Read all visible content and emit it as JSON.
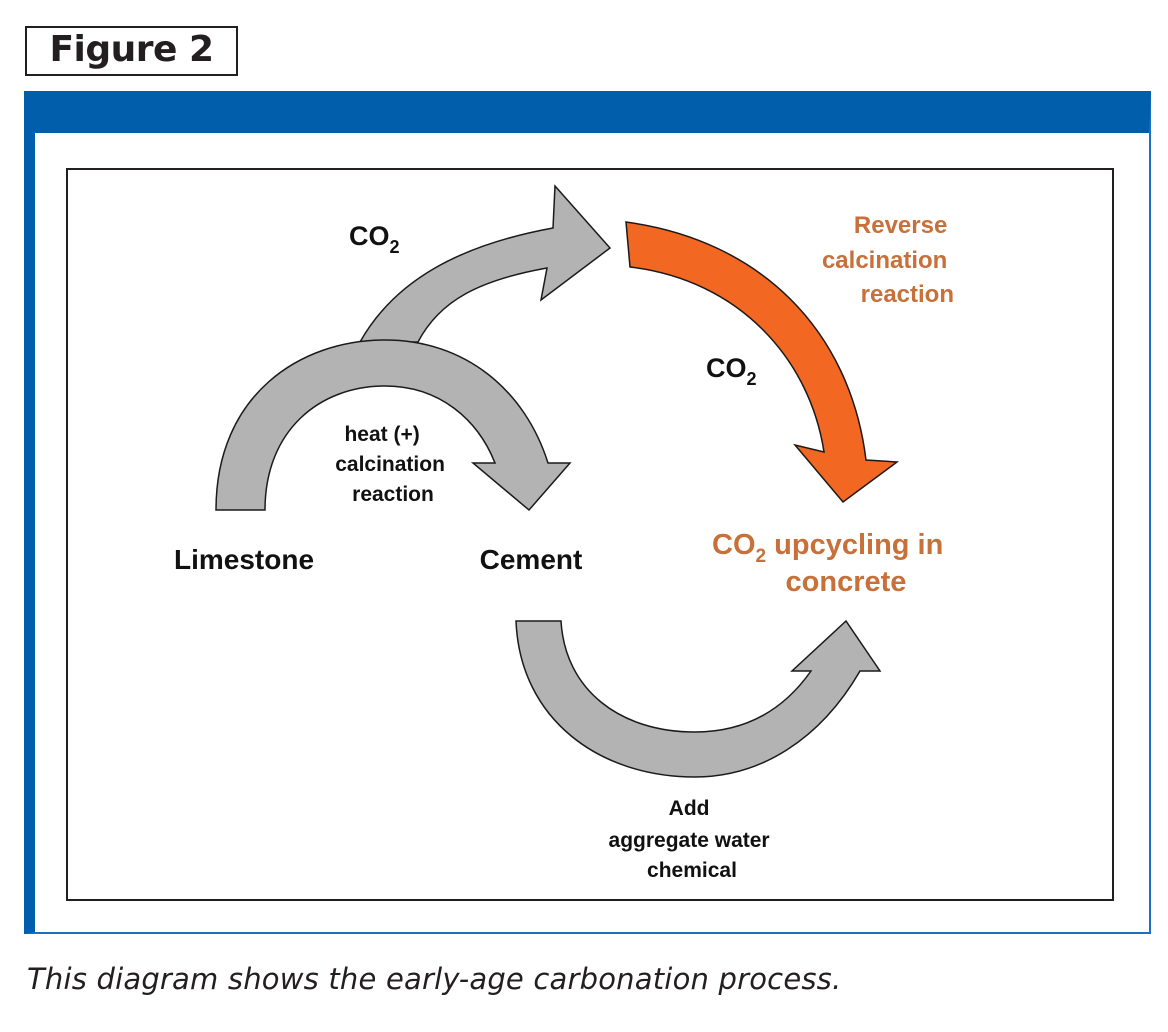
{
  "figure_label": "Figure 2",
  "caption": "This diagram shows the early-age carbonation process.",
  "colors": {
    "frame_blue": "#005eaa",
    "arrow_gray": "#b3b3b3",
    "arrow_orange": "#f26722",
    "orange_text": "#c8703a",
    "text_dark": "#111111"
  },
  "diagram": {
    "nodes": {
      "limestone": "Limestone",
      "cement": "Cement",
      "co2_upcycling_line1_prefix": "CO",
      "co2_upcycling_line1_sub": "2",
      "co2_upcycling_line1_suffix": " upcycling in",
      "co2_upcycling_line2": "concrete"
    },
    "arrows": {
      "calcination": {
        "label_lines": [
          "heat (+)",
          "calcination",
          "reaction"
        ],
        "from": "Limestone",
        "to": "Cement"
      },
      "co2_release": {
        "label_main": "CO",
        "label_sub": "2",
        "from": "calcination",
        "to": "reverse calcination"
      },
      "reverse_calcination": {
        "label_lines": [
          "Reverse",
          "calcination",
          "reaction"
        ],
        "co2_main": "CO",
        "co2_sub": "2",
        "to": "CO2 upcycling in concrete"
      },
      "mixing": {
        "label_lines": [
          "Add",
          "aggregate water",
          "chemical"
        ],
        "from": "Cement",
        "to": "CO2 upcycling in concrete"
      }
    }
  }
}
